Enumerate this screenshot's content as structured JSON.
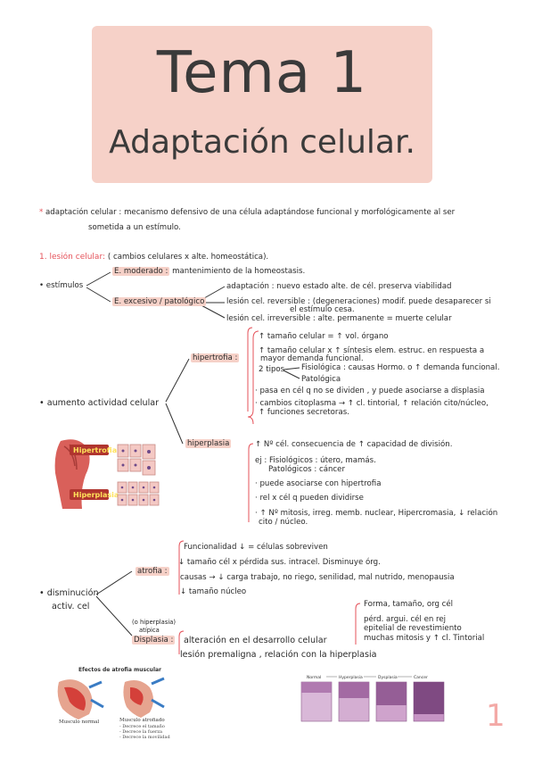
{
  "title": {
    "main": "Tema 1",
    "sub": "Adaptación celular."
  },
  "intro": {
    "bullet": "*",
    "label": "adaptación celular :",
    "text1": "mecanismo defensivo de una célula adaptándose funcional y morfológicamente al ser",
    "text2": "sometida a un estímulo."
  },
  "section1": {
    "heading": "1. lesión celular:",
    "heading_note": "( cambios celulares x alte. homeostática)."
  },
  "estimulos": {
    "label": "• estímulos",
    "moderado": {
      "label": "E. moderado :",
      "text": "mantenimiento de la homeostasis."
    },
    "excesivo": {
      "label": "E. excesivo / patológico"
    },
    "adaptacion": "adaptación : nuevo estado alte. de cél. preserva viabilidad",
    "reversible1": "lesión cel. reversible : (degeneraciones) modif. puede desaparecer si",
    "reversible2": "el estímulo cesa.",
    "irreversible": "lesión cel. irreversible : alte. permanente = muerte celular"
  },
  "aumento": {
    "label": "• aumento actividad celular",
    "hipertrofia": {
      "label": "hipertrofia :",
      "lines": [
        "↑ tamaño celular = ↑ vol. órgano",
        "↑ tamaño celular x ↑ síntesis elem. estruc. en respuesta a",
        "mayor demanda funcional.",
        "2 tipos",
        "Fisiológica : causas Hormo. o ↑ demanda funcional.",
        "Patológica",
        "· pasa en cél q no se dividen , y puede asociarse a displasia",
        "· cambios citoplasma → ↑ cl. tintorial, ↑ relación cito/núcleo,",
        "↑ funciones secretoras."
      ]
    },
    "hiperplasia": {
      "label": "hiperplasia",
      "lines": [
        "↑ Nº cél. consecuencia de ↑ capacidad de división.",
        "ej : Fisiológicos : útero, mamás.",
        "Patológicos : cáncer",
        "· puede asociarse con hipertrofia",
        "· rel x cél q pueden dividirse",
        "· ↑ Nº mitosis, irreg. memb. nuclear, Hipercromasia, ↓ relación",
        "cito / núcleo."
      ]
    },
    "image_labels": {
      "hipertrofia": "Hipertrofia",
      "hiperplasia": "Hiperplasia"
    }
  },
  "disminucion": {
    "label1": "• disminución",
    "label2": "activ. cel",
    "atrofia": {
      "label": "atrofia :",
      "lines": [
        "Funcionalidad ↓ = células sobreviven",
        "↓ tamaño cél x pérdida sus. intracel. Disminuye órg.",
        "causas → ↓ carga trabajo, no riego, senilidad, mal nutrido, menopausia",
        "↓ tamaño núcleo"
      ]
    },
    "displasia": {
      "label": "Displasia :",
      "note1": "(o hiperplasia)",
      "note2": "atípica",
      "line1": "alteración en el desarrollo celular",
      "line2": "lesión premaligna , relación con la hiperplasia",
      "side1": "Forma, tamaño, org cél",
      "side2": "pérd. argui. cél en rej",
      "side3": "epitelial de revestimiento",
      "side4": "muchas mitosis y ↑ cl. Tintorial"
    }
  },
  "figure_atrofia": {
    "title": "Efectos de atrofia muscular",
    "left_caption": "Musculo normal",
    "right_caption": "Musculo atrofiado",
    "right_items": [
      "- Decrece el tamaño",
      "- Decrece la fuerza",
      "- Decrece la movilidad"
    ]
  },
  "figure_stages": {
    "labels": [
      "Normal",
      "Hyperplasia",
      "Dysplasia",
      "Cancer"
    ]
  },
  "page_number": "1",
  "colors": {
    "accent_pink": "#f6d1c8",
    "accent_red": "#e5525a",
    "ink": "#2a2a2a"
  }
}
